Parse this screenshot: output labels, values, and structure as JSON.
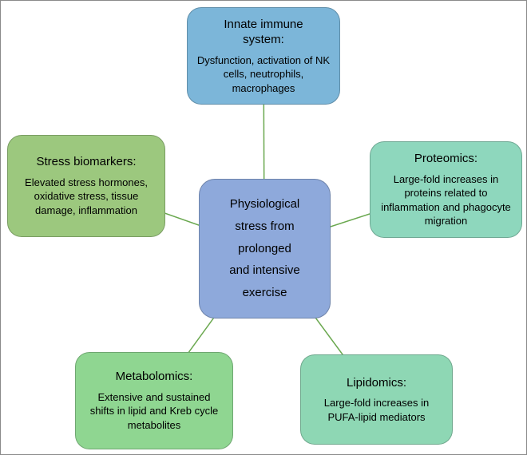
{
  "figure": {
    "connector_color": "#6aa84f",
    "center": {
      "text": "Physiological\nstress from\nprolonged\nand intensive\nexercise",
      "color": "#8ea9db"
    },
    "nodes": [
      {
        "id": "innate-immune-system",
        "title": "Innate immune\nsystem:",
        "body": "Dysfunction, activation of NK\ncells, neutrophils,\nmacrophages",
        "color": "#7cb6d9"
      },
      {
        "id": "stress-biomarkers",
        "title": "Stress biomarkers:",
        "body": "Elevated stress hormones,\noxidative stress, tissue\ndamage, inflammation",
        "color": "#9cc87e"
      },
      {
        "id": "proteomics",
        "title": "Proteomics:",
        "body": "Large-fold increases in\nproteins related to\ninflammation and phagocyte\nmigration",
        "color": "#8ed7bd"
      },
      {
        "id": "metabolomics",
        "title": "Metabolomics:",
        "body": "Extensive and sustained\nshifts in lipid and Kreb cycle\nmetabolites",
        "color": "#8fd691"
      },
      {
        "id": "lipidomics",
        "title": "Lipidomics:",
        "body": "Large-fold increases in\nPUFA-lipid mediators",
        "color": "#8ed7b4"
      }
    ]
  }
}
